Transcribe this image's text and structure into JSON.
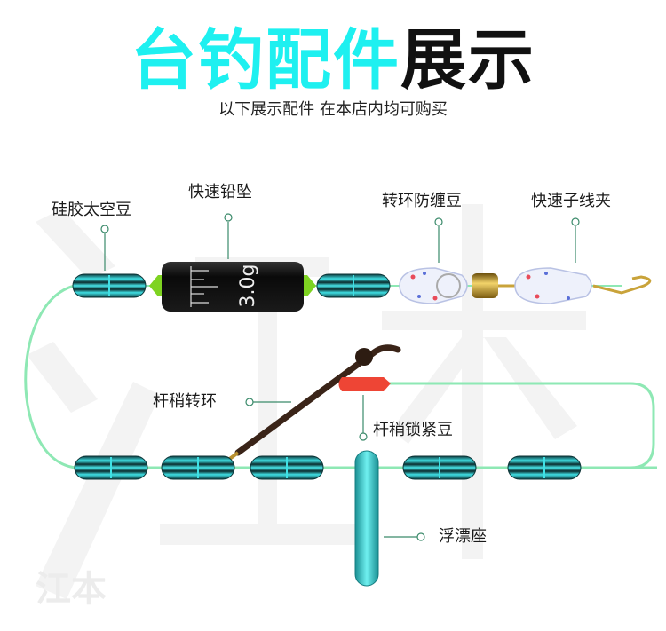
{
  "header": {
    "title_cyan": "台钓配件",
    "title_black": "展示",
    "subtitle": "以下展示配件 在本店内均可购买"
  },
  "watermark": "江本",
  "parts": [
    {
      "id": "silicone-bead",
      "label": "硅胶太空豆"
    },
    {
      "id": "quick-sinker",
      "label": "快速铅坠"
    },
    {
      "id": "swivel-bead",
      "label": "转环防缠豆"
    },
    {
      "id": "snap-clip",
      "label": "快速子线夹"
    },
    {
      "id": "tip-swivel",
      "label": "杆稍转环"
    },
    {
      "id": "tip-lock-bead",
      "label": "杆稍锁紧豆"
    },
    {
      "id": "float-seat",
      "label": "浮漂座"
    }
  ],
  "sinker_weight": "3.0g",
  "colors": {
    "accent_cyan": "#1ef0f0",
    "line_green": "#8ee8b4",
    "bead": "#2fc7cc",
    "leader_line": "#3a8a6a"
  }
}
